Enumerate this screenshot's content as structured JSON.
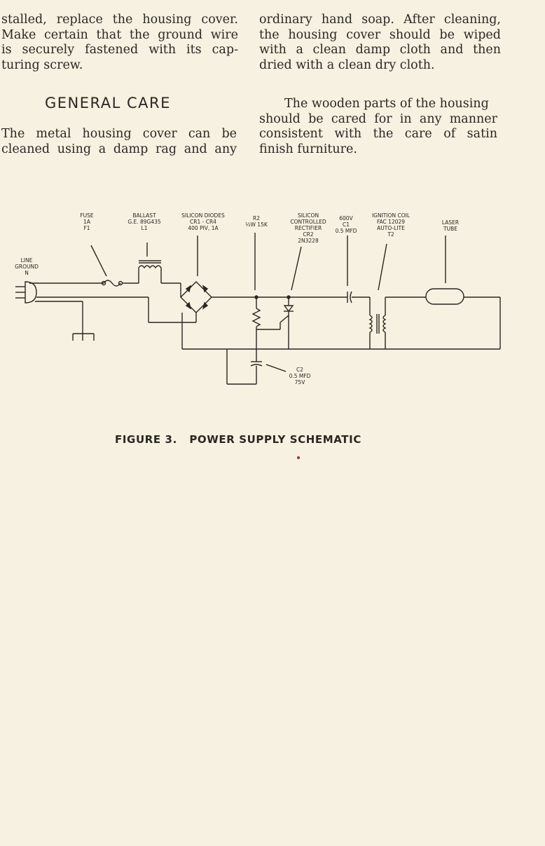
{
  "top_left_paragraph": [
    "stalled, replace the housing cover.",
    "Make certain that the ground wire",
    "is securely fastened with its cap-",
    "turing screw."
  ],
  "top_right_paragraph": [
    "ordinary hand soap. After cleaning,",
    "the housing cover should be wiped",
    "with a clean damp cloth and then",
    "dried with a clean dry cloth."
  ],
  "section_heading": "GENERAL CARE",
  "general_care_left": [
    "The metal housing cover can be",
    "cleaned using a damp rag and any"
  ],
  "general_care_right": [
    "The wooden parts of the housing",
    "should be cared for in any manner",
    "consistent with the care of satin",
    "finish furniture."
  ],
  "schematic_labels": {
    "fuse": [
      "FUSE",
      "1A",
      "F1"
    ],
    "ballast": [
      "BALLAST",
      "G.E. 89G435",
      "L1"
    ],
    "diodes": [
      "SILICON DIODES",
      "CR1 - CR4",
      "400 PIV, 1A"
    ],
    "resistor": [
      "R2",
      "½W 15K"
    ],
    "scr": [
      "SILICON",
      "CONTROLLED",
      "RECTIFIER",
      "CR2",
      "2N3228"
    ],
    "c1": [
      "600V",
      "C1",
      "0.5 MFD"
    ],
    "coil": [
      "IGNITION COIL",
      "FAC 12029",
      "AUTO-LITE",
      "T2"
    ],
    "laser": [
      "LASER",
      "TUBE"
    ],
    "line": [
      "LINE",
      "GROUND",
      "N"
    ],
    "c2": [
      "C2",
      "0.5 MFD",
      "75V"
    ]
  },
  "figure_caption": "FIGURE 3.   POWER SUPPLY SCHEMATIC"
}
